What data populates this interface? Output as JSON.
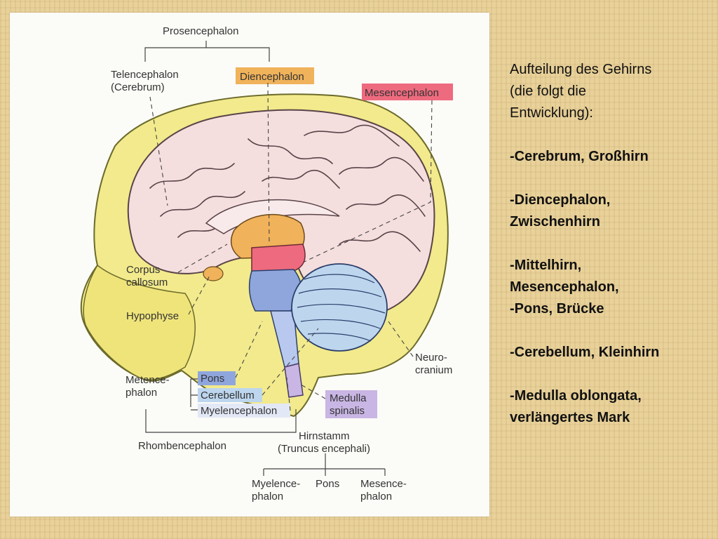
{
  "figure": {
    "labels": {
      "prosencephalon": "Prosencephalon",
      "telencephalon_1": "Telencephalon",
      "telencephalon_2": "(Cerebrum)",
      "diencephalon": "Diencephalon",
      "mesencephalon": "Mesencephalon",
      "corpus_callosum_1": "Corpus",
      "corpus_callosum_2": "callosum",
      "hypophyse": "Hypophyse",
      "metencephalon_1": "Metence-",
      "metencephalon_2": "phalon",
      "pons": "Pons",
      "cerebellum": "Cerebellum",
      "myelencephalon": "Myelencephalon",
      "rhombencephalon": "Rhombencephalon",
      "medulla_spinalis_1": "Medulla",
      "medulla_spinalis_2": "spinalis",
      "neurocranium_1": "Neuro-",
      "neurocranium_2": "cranium",
      "hirnstamm_1": "Hirnstamm",
      "hirnstamm_2": "(Truncus encephali)",
      "hirnstamm_myelen_1": "Myelence-",
      "hirnstamm_myelen_2": "phalon",
      "hirnstamm_pons": "Pons",
      "hirnstamm_mesen_1": "Mesence-",
      "hirnstamm_mesen_2": "phalon"
    },
    "colors": {
      "skull": "#f2ea8c",
      "cerebrum": "#f5dede",
      "diencephalon": "#f0b25a",
      "mesencephalon": "#ee6a7e",
      "pons": "#8fa6dd",
      "cerebellum": "#bdd6ee",
      "medulla": "#c9b6e4"
    }
  },
  "text": {
    "intro_1": "Aufteilung des Gehirns",
    "intro_2": "(die folgt die",
    "intro_3": "Entwicklung):",
    "item_1": "-Cerebrum, Großhirn",
    "item_2a": "-Diencephalon,",
    "item_2b": "Zwischenhirn",
    "item_3a": "-Mittelhirn,",
    "item_3b": "Mesencephalon,",
    "item_3c": "-Pons, Brücke",
    "item_4": "-Cerebellum, Kleinhirn",
    "item_5a": "-Medulla oblongata,",
    "item_5b": "verlängertes Mark"
  }
}
